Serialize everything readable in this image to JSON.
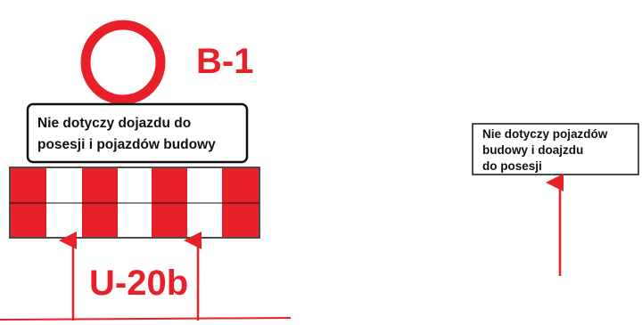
{
  "colors": {
    "red": "#e8202a",
    "black": "#111111",
    "white": "#ffffff"
  },
  "left_diagram": {
    "sign_b1": {
      "code": "B-1",
      "icon": "no-vehicles-circle-sign"
    },
    "plate": {
      "line1": "Nie dotyczy dojazdu do",
      "line2": "posesji i pojazdów budowy"
    },
    "barrier": {
      "code": "U-20b",
      "icon": "red-white-striped-barrier",
      "stripe_count": 7
    }
  },
  "right_diagram": {
    "note": {
      "line1": "Nie dotyczy pojazdów",
      "line2": "budowy  i doajzdu",
      "line3": "do posesji"
    }
  }
}
